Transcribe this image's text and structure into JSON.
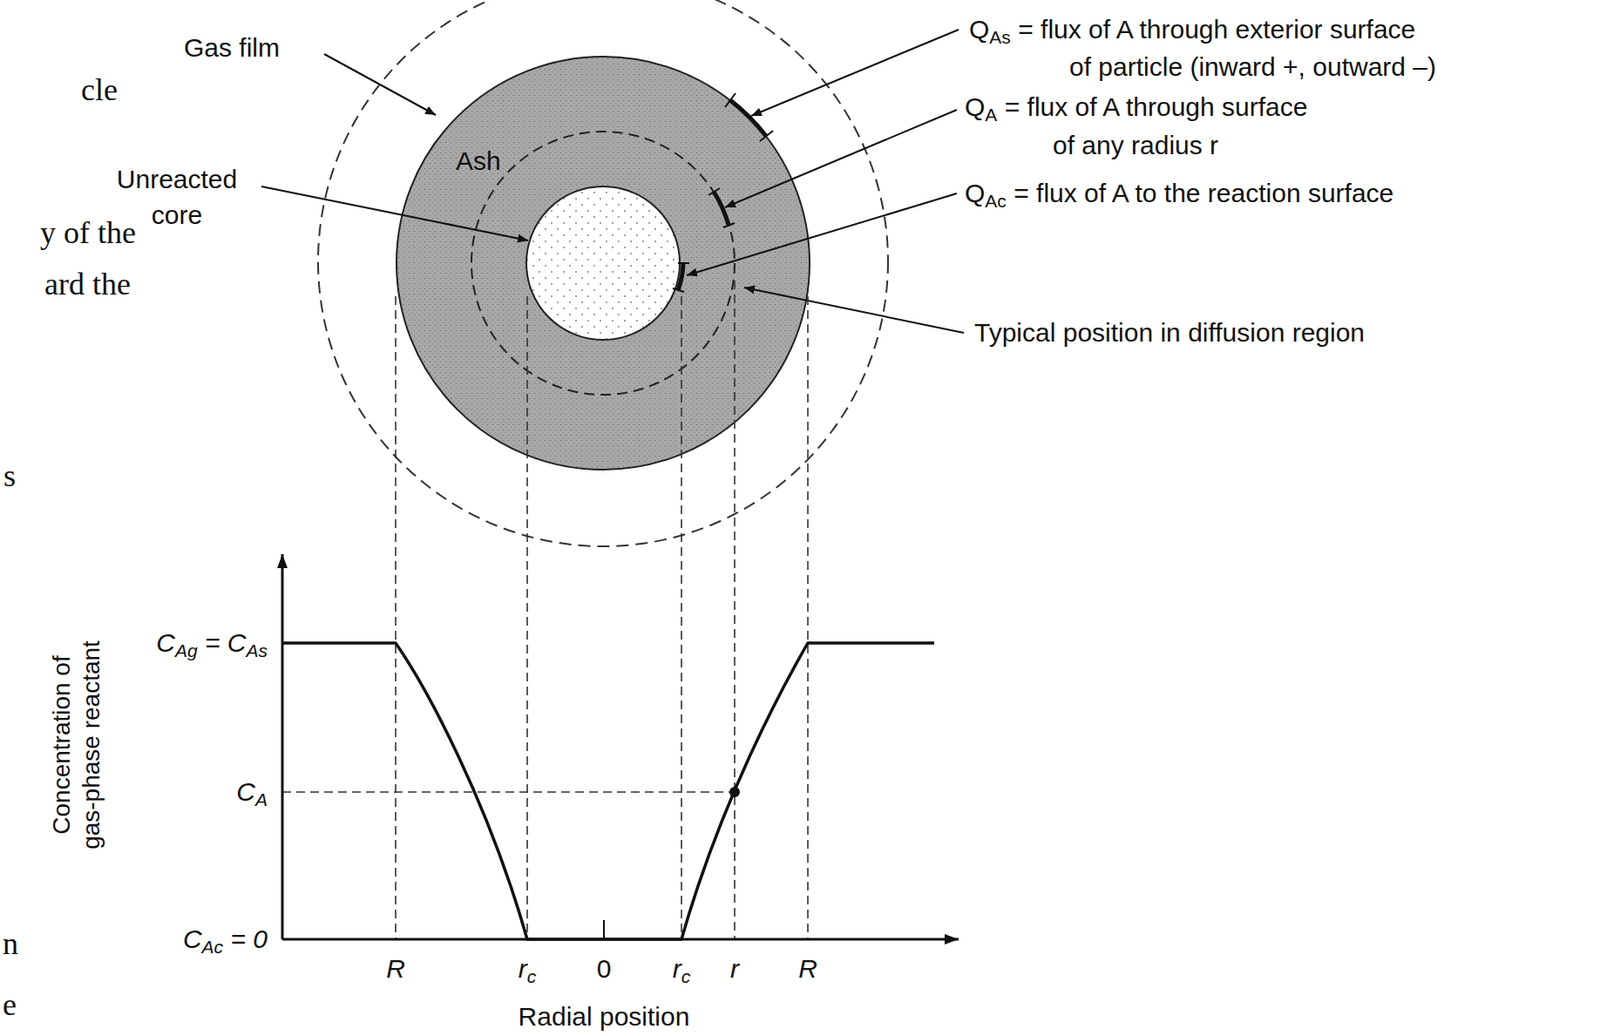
{
  "diagram": {
    "labels": [
      "Gas film",
      "Ash",
      "Unreacted core",
      "QAs = flux of A through exterior surface of particle (inward +, outward –)",
      "QA = flux of A through surface of any radius r",
      "QAc = flux of A to the reaction surface",
      "Typical position in diffusion region",
      "Concentration of gas-phase reactant",
      "CAg = CAs",
      "CA",
      "CAc = 0",
      "R",
      "rc",
      "0",
      "rc",
      "r",
      "R",
      "Radial position",
      "cle",
      "y of the",
      "ard the",
      "s",
      "n",
      "e"
    ]
  }
}
